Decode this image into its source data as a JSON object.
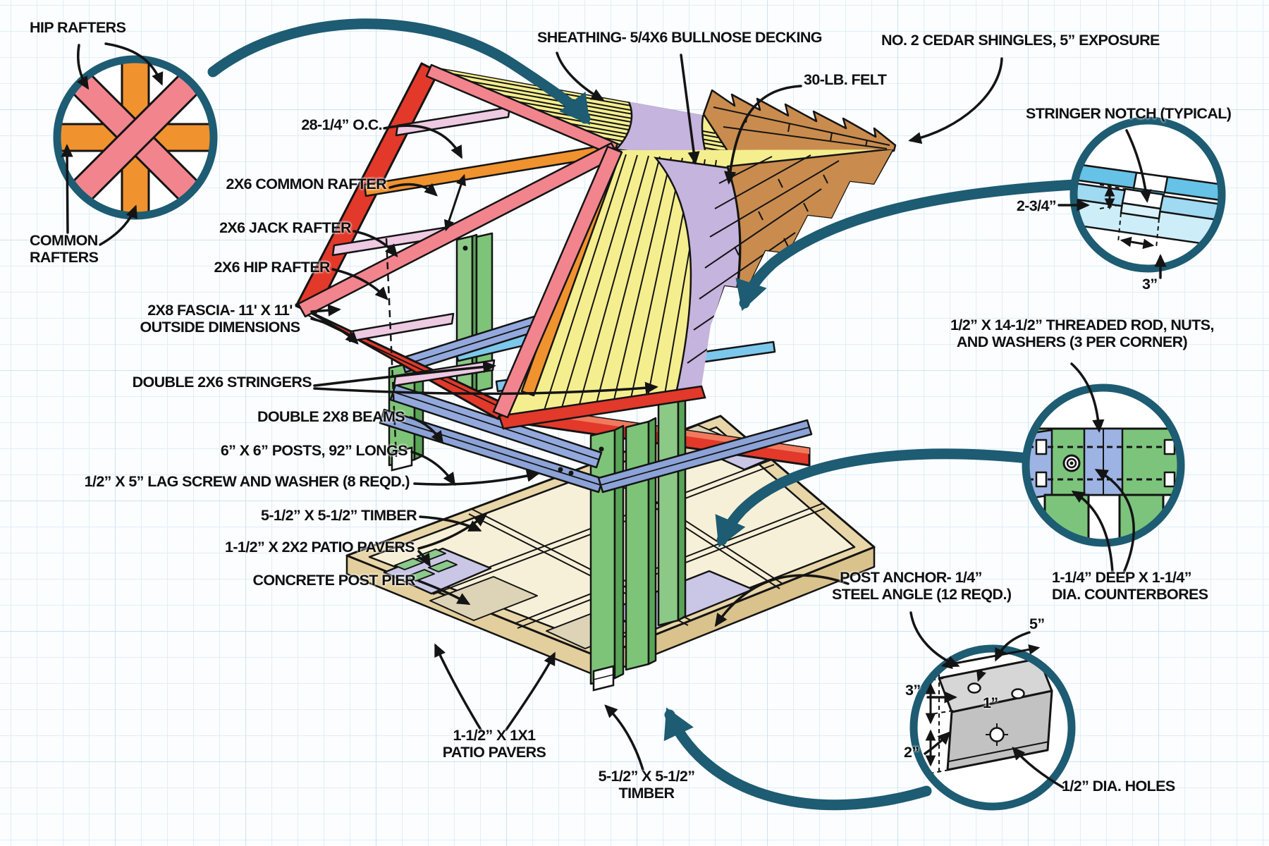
{
  "colors": {
    "accent_teal": "#1d5c72",
    "fascia_red": "#e2392a",
    "common_rafter_orange": "#f0922e",
    "hip_rafter_pink": "#f2848e",
    "jack_rafter_lilac": "#eec9e2",
    "sheathing_yellow": "#f5ee8e",
    "felt_lilac": "#c5b4dd",
    "shingle_brown": "#c98c4e",
    "stringer_periwinkle": "#93a9dd",
    "stringer_lightblue": "#7cc8ec",
    "post_green": "#7ec478",
    "platform_tan": "#e8d6a8",
    "paver_cream": "#f7f0d8",
    "pier_lilac": "#c9c6e6",
    "steel_gray": "#d6d6d6",
    "notch_blue": "#9fd9f2",
    "label_black": "#101010"
  },
  "labels": {
    "detail_rafters": {
      "hip": "HIP RAFTERS",
      "common_line1": "COMMON",
      "common_line2": "RAFTERS"
    },
    "roof": {
      "oc": "28-1/4” O.C.",
      "common": "2X6 COMMON RAFTER",
      "jack": "2X6 JACK RAFTER",
      "hip": "2X6 HIP RAFTER",
      "fascia_line1": "2X8 FASCIA- 11' X 11'",
      "fascia_line2": "OUTSIDE DIMENSIONS",
      "sheathing": "SHEATHING- 5/4X6 BULLNOSE DECKING",
      "shingles": "NO. 2 CEDAR SHINGLES, 5” EXPOSURE",
      "felt": "30-LB. FELT"
    },
    "frame": {
      "stringers": "DOUBLE 2X6 STRINGERS",
      "beams": "DOUBLE 2X8 BEAMS",
      "posts": "6” X 6” POSTS, 92” LONGS",
      "lag_screw": "1/2” X 5” LAG SCREW AND WASHER (8 REQD.)",
      "timber": "5-1/2” X 5-1/2” TIMBER",
      "pavers_2x2": "1-1/2” X 2X2 PATIO PAVERS",
      "pier": "CONCRETE POST PIER"
    },
    "base": {
      "pavers_1x1_line1": "1-1/2” X 1X1",
      "pavers_1x1_line2": "PATIO PAVERS",
      "timber_line1": "5-1/2” X 5-1/2”",
      "timber_line2": "TIMBER"
    },
    "detail_notch": {
      "title": "STRINGER NOTCH (TYPICAL)",
      "depth": "2-3/4”",
      "width": "3”"
    },
    "detail_rod": {
      "line1": "1/2” X 14-1/2” THREADED ROD, NUTS,",
      "line2": "AND WASHERS (3 PER CORNER)",
      "bore_line1": "1-1/4” DEEP X 1-1/4”",
      "bore_line2": "DIA. COUNTERBORES"
    },
    "detail_anchor": {
      "line1": "POST ANCHOR- 1/4”",
      "line2": "STEEL ANGLE (12 REQD.)",
      "dim_5": "5”",
      "dim_3": "3”",
      "dim_1": "1”",
      "dim_2": "2”",
      "holes": "1/2” DIA. HOLES"
    }
  }
}
